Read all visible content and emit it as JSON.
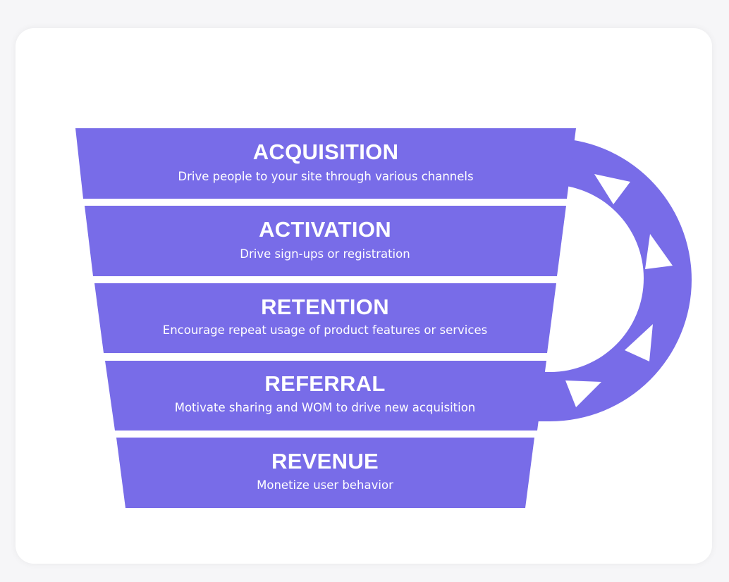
{
  "colors": {
    "accent": "#786ce8",
    "arrow": "#ffffff",
    "text": "#ffffff",
    "card": "#ffffff",
    "background": "#f6f6f8"
  },
  "loop": {
    "icons": [
      "triangle-arrow-icon",
      "triangle-arrow-icon",
      "triangle-arrow-icon",
      "triangle-arrow-icon"
    ]
  },
  "stages": [
    {
      "title": "ACQUISITION",
      "description": "Drive people to your site through various channels"
    },
    {
      "title": "ACTIVATION",
      "description": "Drive sign-ups or registration"
    },
    {
      "title": "RETENTION",
      "description": "Encourage repeat usage of product features or services"
    },
    {
      "title": "REFERRAL",
      "description": "Motivate sharing and WOM to drive new acquisition"
    },
    {
      "title": "REVENUE",
      "description": "Monetize user behavior"
    }
  ]
}
